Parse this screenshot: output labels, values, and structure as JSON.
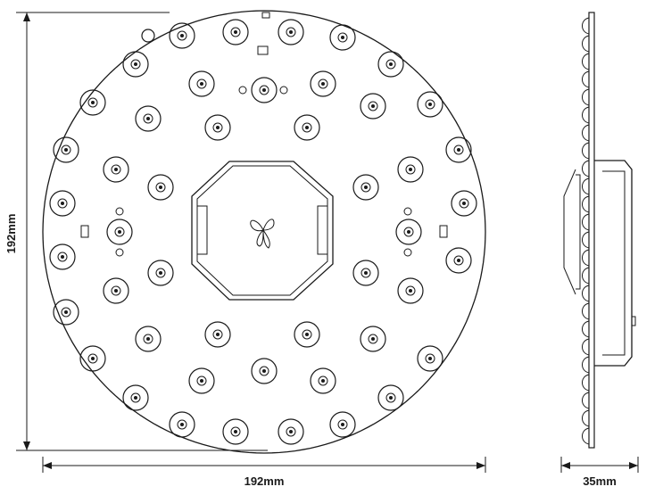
{
  "dimensions": {
    "height_label": "192mm",
    "width_label": "192mm",
    "depth_label": "35mm"
  },
  "front_view": {
    "led_count": 48,
    "logo_icon": "butterfly-icon"
  },
  "side_view": {
    "led_count": 24
  }
}
